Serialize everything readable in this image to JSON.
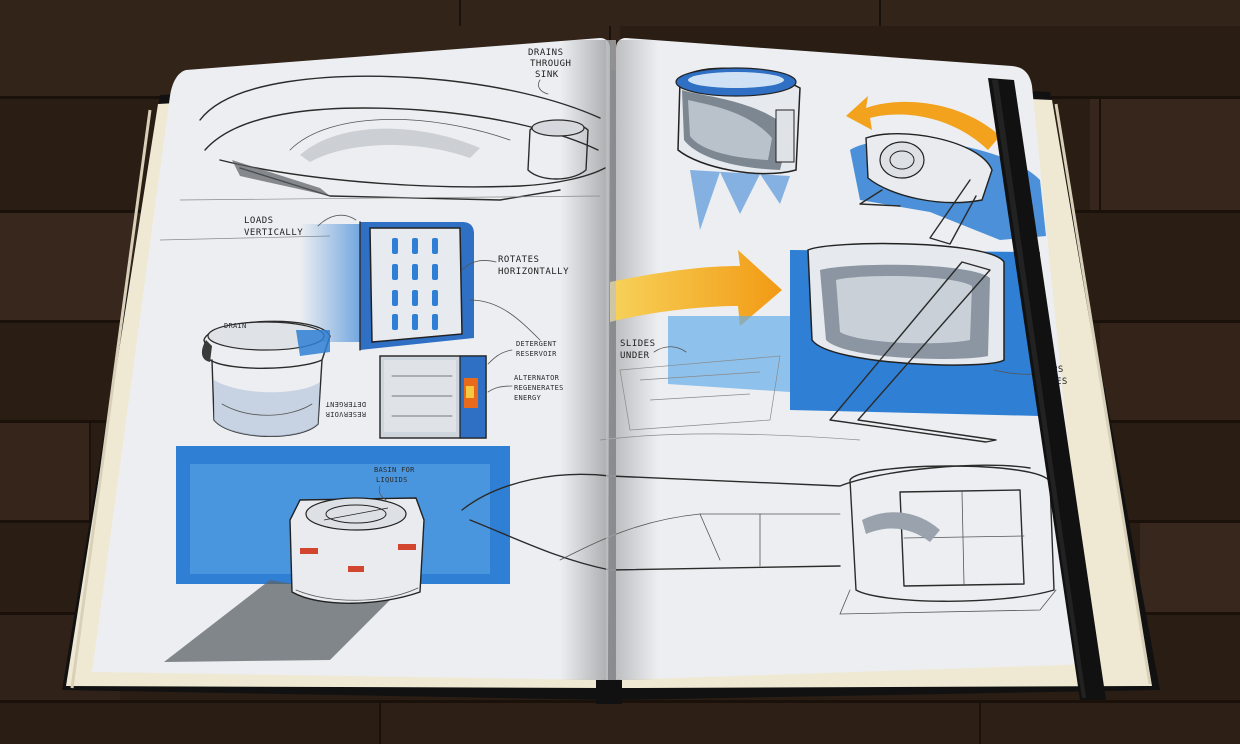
{
  "scene": {
    "subject": "open-sketchbook",
    "colors": {
      "wood_dark": "#2a1d14",
      "wood_light": "#3b2a1f",
      "paper": "#ecedf0",
      "page_edge": "#f1ecd9",
      "marker_blue": "#2f7fd4",
      "marker_blue_light": "#66aee8",
      "marker_orange": "#f2a21c",
      "marker_yellow": "#f6c940",
      "band": "#111111"
    }
  },
  "annotations": {
    "drains": [
      "DRAINS",
      "THROUGH",
      "SINK"
    ],
    "loads": [
      "LOADS",
      "VERTICALLY"
    ],
    "rotates": [
      "ROTATES",
      "HORIZONTALLY"
    ],
    "drain_small": "DRAIN",
    "detergent_right": [
      "DETERGENT",
      "RESERVOIR"
    ],
    "detergent_mirror": [
      "DETERGENT",
      "RESERVOIR"
    ],
    "alternator": [
      "ALTERNATOR",
      "REGENERATES",
      "ENERGY"
    ],
    "basin": [
      "BASIN FOR",
      "LIQUIDS"
    ],
    "slides": [
      "SLIDES",
      "UNDER"
    ],
    "clipped_right": [
      "PS",
      "ES"
    ]
  }
}
